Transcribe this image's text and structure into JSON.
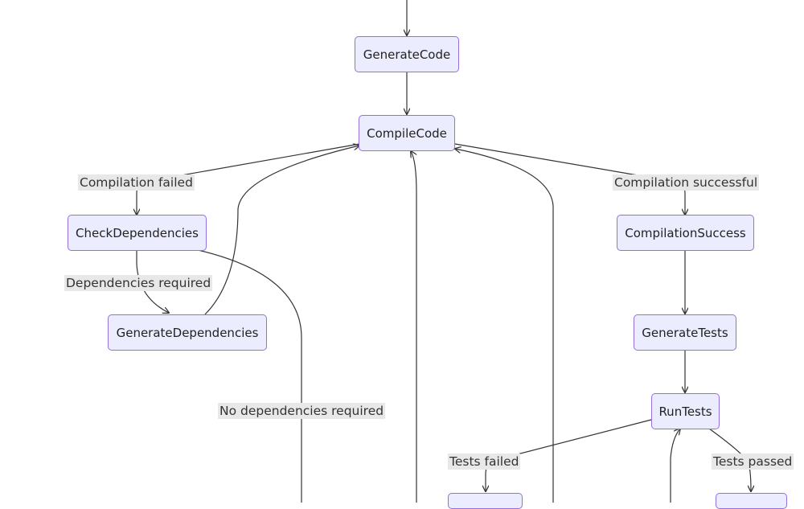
{
  "nodes": {
    "generate_code": "GenerateCode",
    "compile_code": "CompileCode",
    "check_dependencies": "CheckDependencies",
    "compilation_success": "CompilationSuccess",
    "generate_dependencies": "GenerateDependencies",
    "generate_tests": "GenerateTests",
    "run_tests": "RunTests"
  },
  "edge_labels": {
    "compilation_failed": "Compilation failed",
    "compilation_successful": "Compilation successful",
    "dependencies_required": "Dependencies required",
    "no_dependencies_required": "No dependencies required",
    "tests_failed": "Tests failed",
    "tests_passed": "Tests passed"
  },
  "colors": {
    "node_fill": "#ECECFF",
    "node_border": "#9370DB",
    "edge": "#333333",
    "label_bg": "#e8e8e8"
  }
}
